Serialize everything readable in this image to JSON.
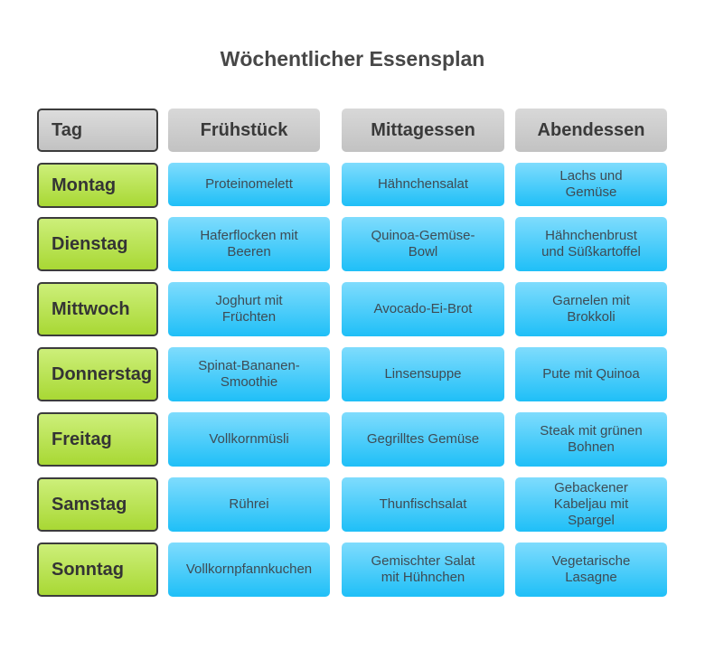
{
  "title": "Wöchentlicher Essensplan",
  "headers": {
    "day": "Tag",
    "breakfast": "Frühstück",
    "lunch": "Mittagessen",
    "dinner": "Abendessen"
  },
  "rows": [
    {
      "day": "Montag",
      "breakfast": "Proteinomelett",
      "lunch": "Hähnchensalat",
      "dinner": "Lachs und Gemüse"
    },
    {
      "day": "Dienstag",
      "breakfast": "Haferflocken mit Beeren",
      "lunch": "Quinoa-Gemüse-Bowl",
      "dinner": "Hähnchenbrust und Süßkartoffel"
    },
    {
      "day": "Mittwoch",
      "breakfast": "Joghurt mit Früchten",
      "lunch": "Avocado-Ei-Brot",
      "dinner": "Garnelen mit Brokkoli"
    },
    {
      "day": "Donnerstag",
      "breakfast": "Spinat-Bananen-Smoothie",
      "lunch": "Linsensuppe",
      "dinner": "Pute mit Quinoa"
    },
    {
      "day": "Freitag",
      "breakfast": "Vollkornmüsli",
      "lunch": "Gegrilltes Gemüse",
      "dinner": "Steak mit grünen Bohnen"
    },
    {
      "day": "Samstag",
      "breakfast": "Rührei",
      "lunch": "Thunfischsalat",
      "dinner": "Gebackener Kabeljau mit Spargel"
    },
    {
      "day": "Sonntag",
      "breakfast": "Vollkornpfannkuchen",
      "lunch": "Gemischter Salat mit Hühnchen",
      "dinner": "Vegetarische Lasagne"
    }
  ]
}
